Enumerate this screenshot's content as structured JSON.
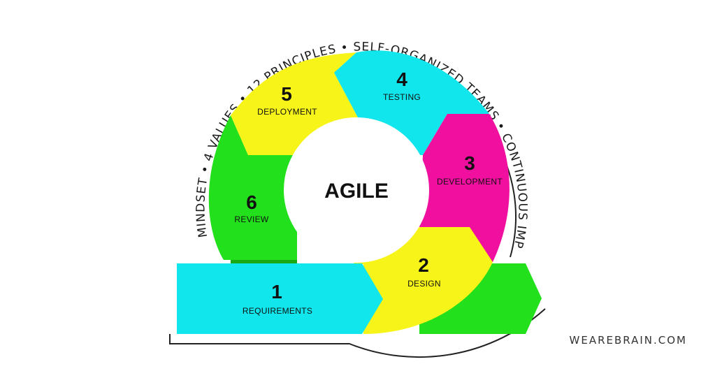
{
  "center": {
    "title": "AGILE"
  },
  "arc_text": "MINDSET • 4 VALUES • 12 PRINCIPLES • SELF-ORGANIZED TEAMS • CONTINUOUS IMPROVEMENTNT",
  "steps": [
    {
      "number": "1",
      "label": "REQUIREMENTS"
    },
    {
      "number": "2",
      "label": "DESIGN"
    },
    {
      "number": "3",
      "label": "DEVELOPMENT"
    },
    {
      "number": "4",
      "label": "TESTING"
    },
    {
      "number": "5",
      "label": "DEPLOYMENT"
    },
    {
      "number": "6",
      "label": "REVIEW"
    }
  ],
  "colors": {
    "requirements": "#10e6ec",
    "design": "#f7f419",
    "development": "#f10fa0",
    "testing": "#10e6ec",
    "deployment": "#f7f419",
    "review": "#22e01c",
    "exit_arrow": "#22e01c"
  },
  "footer": {
    "brand": "WEAREBRAIN.COM"
  }
}
